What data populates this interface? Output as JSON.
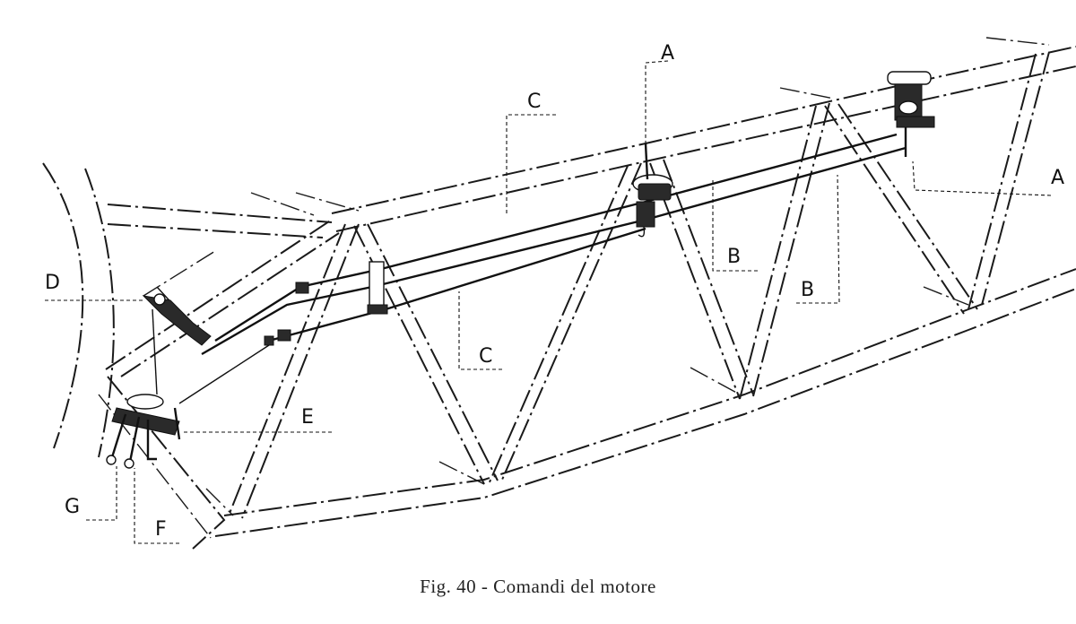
{
  "labels": {
    "a_top": "A",
    "a_right": "A",
    "b_middle": "B",
    "b_right": "B",
    "c_top": "C",
    "c_bottom": "C",
    "d": "D",
    "e": "E",
    "f": "F",
    "g": "G"
  },
  "caption": "Fig. 40  - Comandi del motore"
}
